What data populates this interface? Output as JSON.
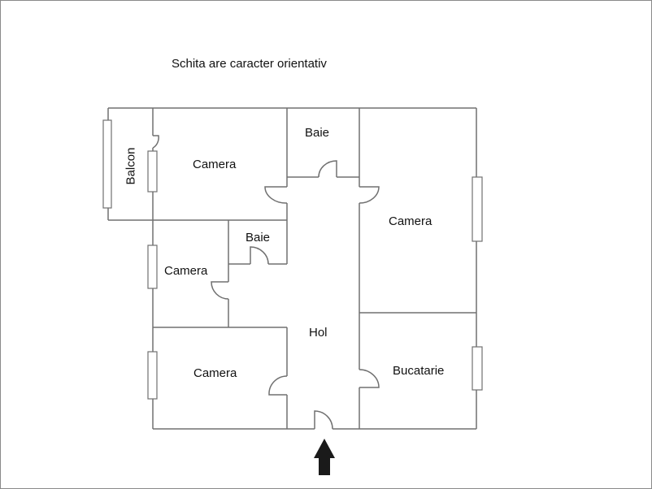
{
  "title": "Schita are caracter orientativ",
  "rooms": [
    {
      "id": "balcon",
      "label": "Balcon"
    },
    {
      "id": "camera-top-left",
      "label": "Camera"
    },
    {
      "id": "baie-top",
      "label": "Baie"
    },
    {
      "id": "camera-right",
      "label": "Camera"
    },
    {
      "id": "baie-small",
      "label": "Baie"
    },
    {
      "id": "camera-mid-left",
      "label": "Camera"
    },
    {
      "id": "hol",
      "label": "Hol"
    },
    {
      "id": "camera-bottom-left",
      "label": "Camera"
    },
    {
      "id": "bucatarie",
      "label": "Bucatarie"
    }
  ],
  "entrance": {
    "icon": "arrow-up-icon"
  },
  "colors": {
    "wall": "#707070",
    "arrow": "#1a1a1a",
    "text": "#111111"
  }
}
